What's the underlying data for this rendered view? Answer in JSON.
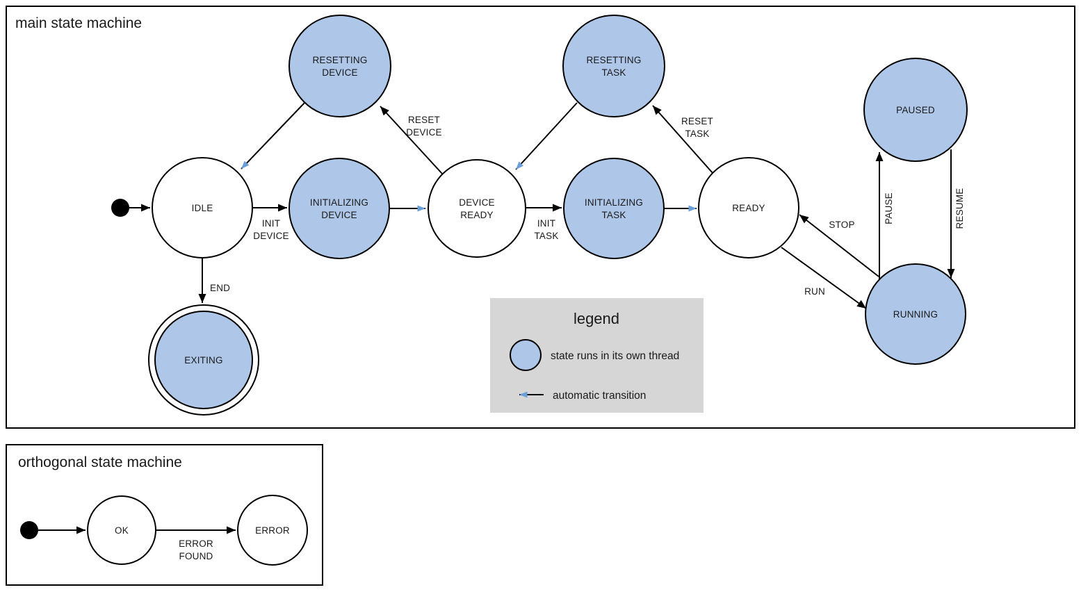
{
  "colors": {
    "state_fill": "#aec6e8",
    "plain_fill": "#ffffff",
    "auto_transition": "#689fd8",
    "legend_bg": "#d6d6d6",
    "initial_dot": "#000000"
  },
  "main": {
    "title": "main state machine",
    "states": {
      "idle": {
        "label": "IDLE"
      },
      "resetting_device": {
        "lines": [
          "RESETTING",
          "DEVICE"
        ]
      },
      "initializing_device": {
        "lines": [
          "INITIALIZING",
          "DEVICE"
        ]
      },
      "device_ready": {
        "lines": [
          "DEVICE",
          "READY"
        ]
      },
      "resetting_task": {
        "lines": [
          "RESETTING",
          "TASK"
        ]
      },
      "initializing_task": {
        "lines": [
          "INITIALIZING",
          "TASK"
        ]
      },
      "ready": {
        "label": "READY"
      },
      "paused": {
        "label": "PAUSED"
      },
      "running": {
        "label": "RUNNING"
      },
      "exiting": {
        "label": "EXITING"
      }
    },
    "transitions": {
      "init_device": {
        "lines": [
          "INIT",
          "DEVICE"
        ]
      },
      "end": {
        "label": "END"
      },
      "reset_device": {
        "lines": [
          "RESET",
          "DEVICE"
        ]
      },
      "init_task": {
        "lines": [
          "INIT",
          "TASK"
        ]
      },
      "reset_task": {
        "lines": [
          "RESET",
          "TASK"
        ]
      },
      "run": {
        "label": "RUN"
      },
      "stop": {
        "label": "STOP"
      },
      "pause": {
        "label": "PAUSE"
      },
      "resume": {
        "label": "RESUME"
      }
    }
  },
  "legend": {
    "title": "legend",
    "thread_item": "state runs in its own thread",
    "auto_item": "automatic transition"
  },
  "orthogonal": {
    "title": "orthogonal state machine",
    "states": {
      "ok": {
        "label": "OK"
      },
      "error": {
        "label": "ERROR"
      }
    },
    "transitions": {
      "error_found": {
        "lines": [
          "ERROR",
          "FOUND"
        ]
      }
    }
  }
}
